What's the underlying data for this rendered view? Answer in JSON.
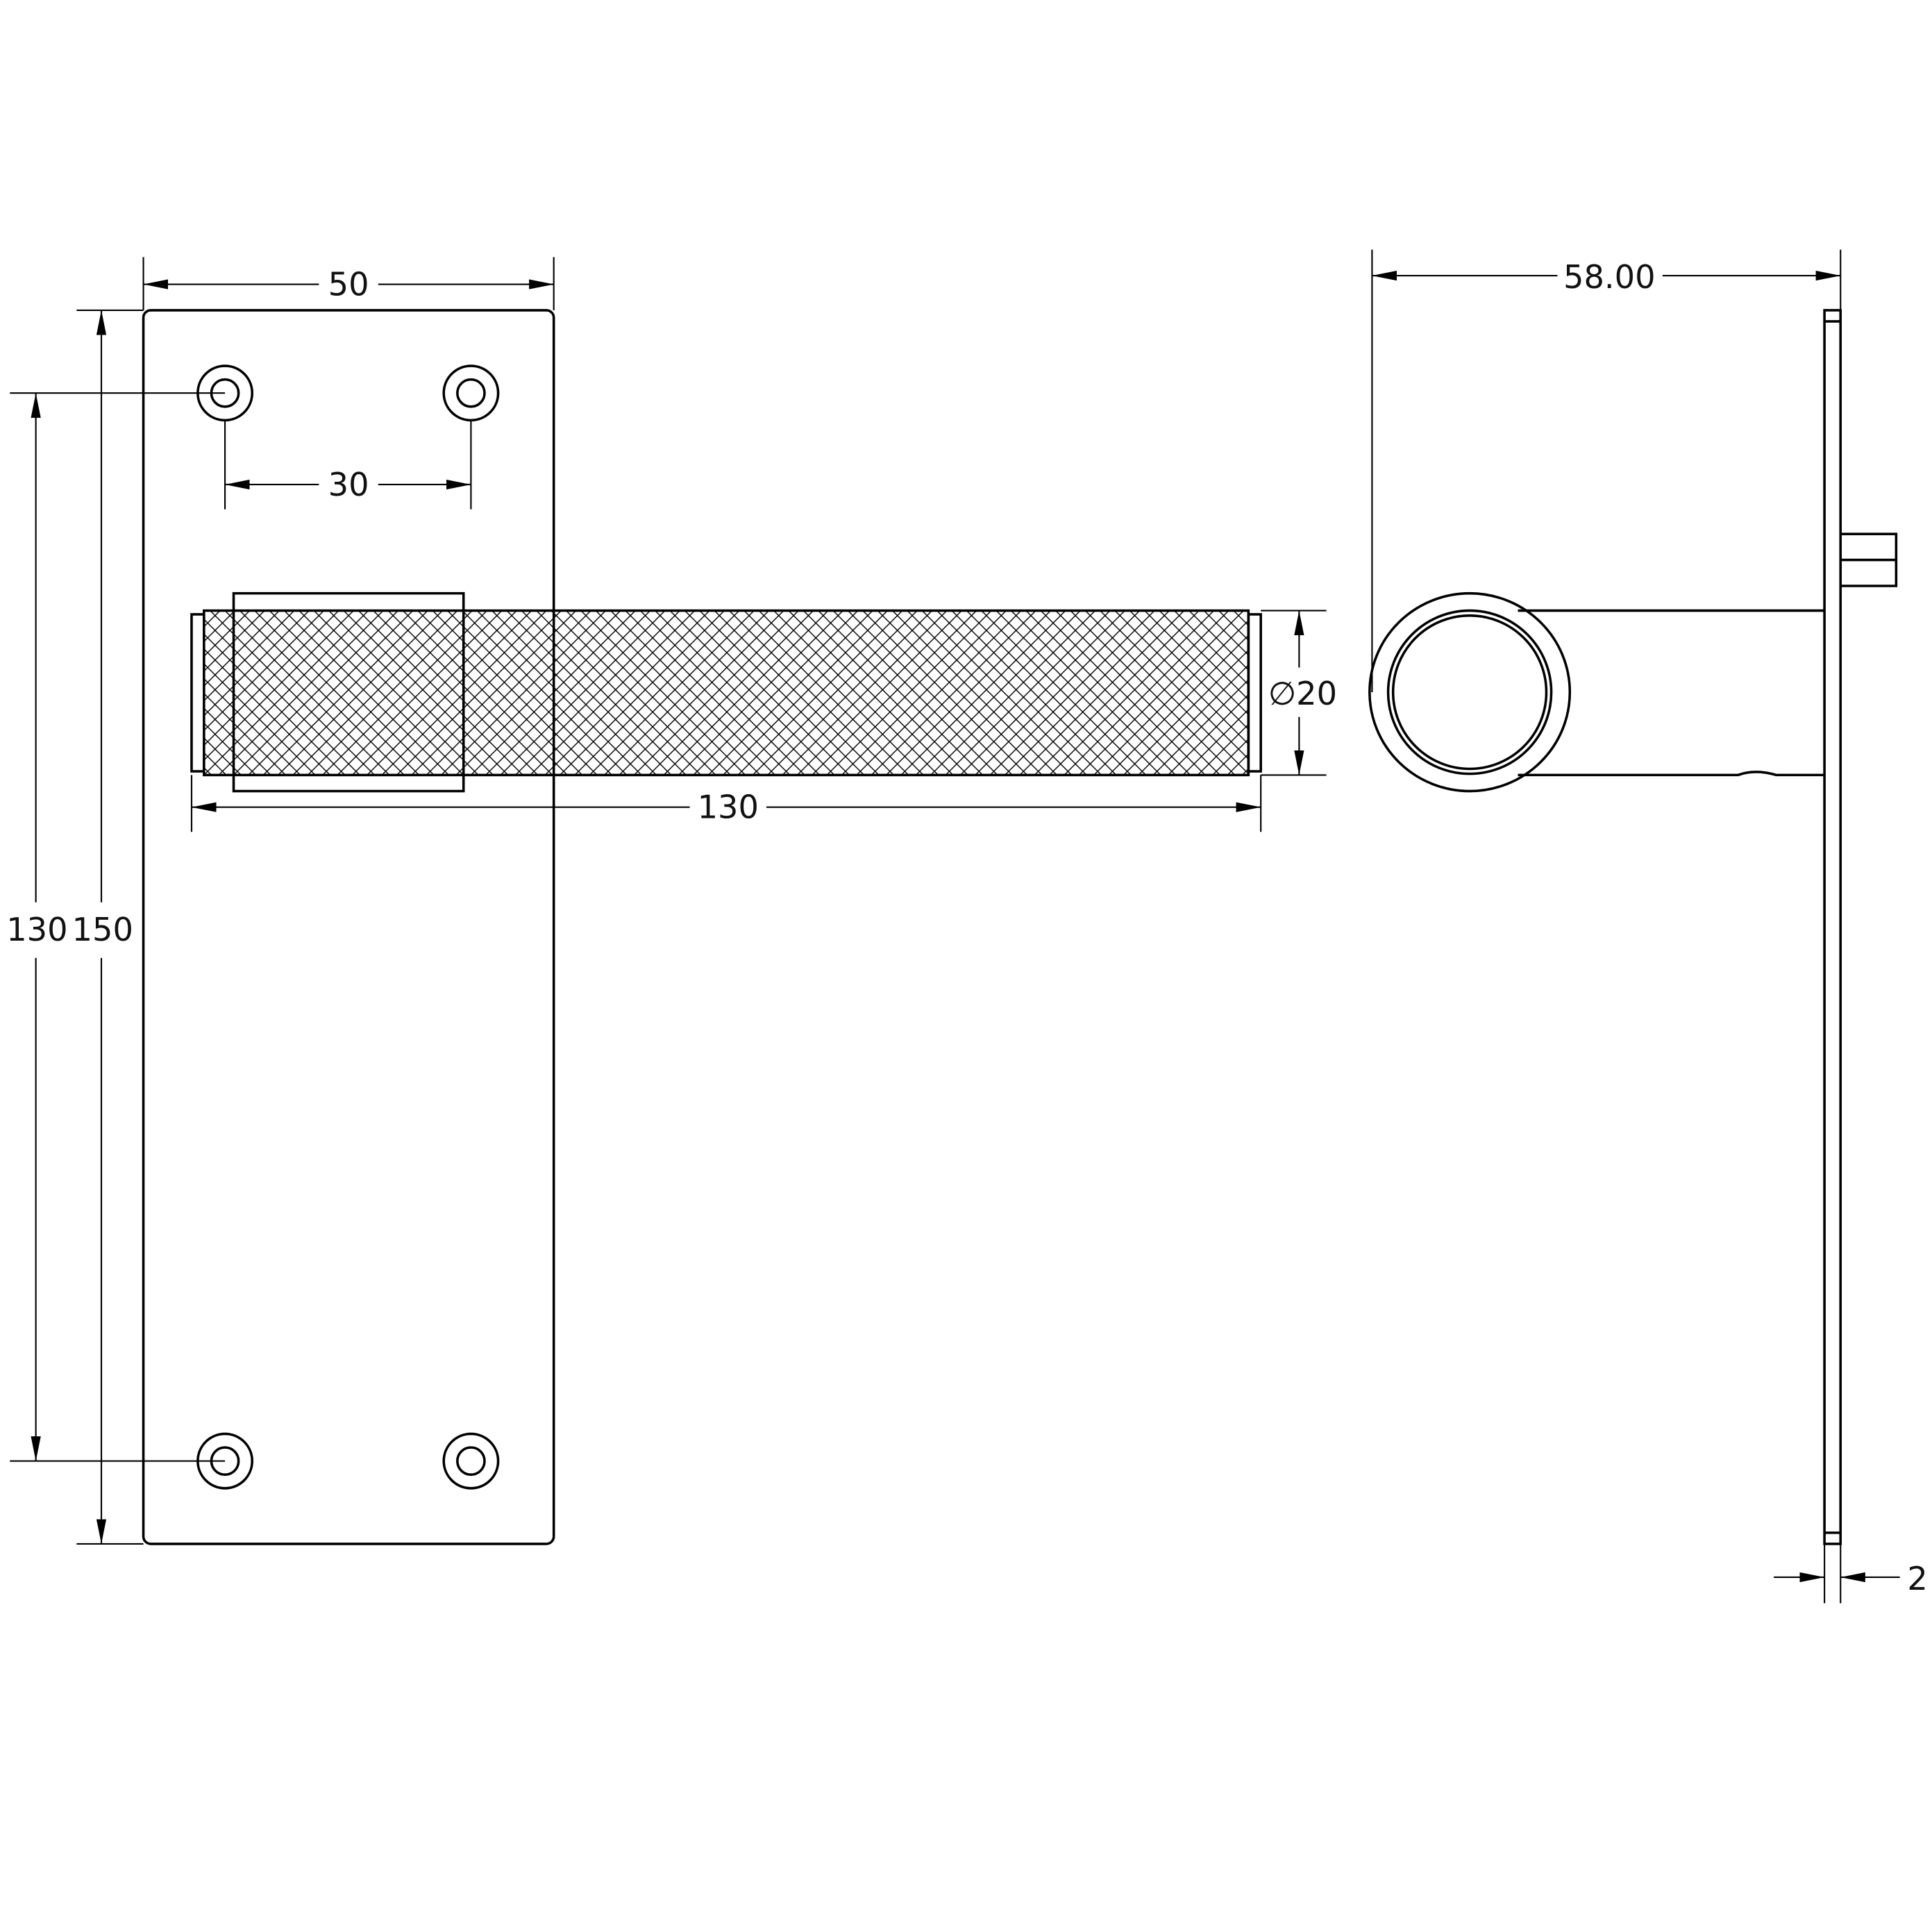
{
  "dimensions": {
    "plate_width": "50",
    "hole_spacing_horizontal": "30",
    "lever_length": "130",
    "lever_diameter": "∅20",
    "hole_spacing_vertical": "130",
    "plate_height": "150",
    "projection": "58.00",
    "plate_thickness": "2"
  },
  "colors": {
    "line": "#000000",
    "background": "#ffffff"
  }
}
